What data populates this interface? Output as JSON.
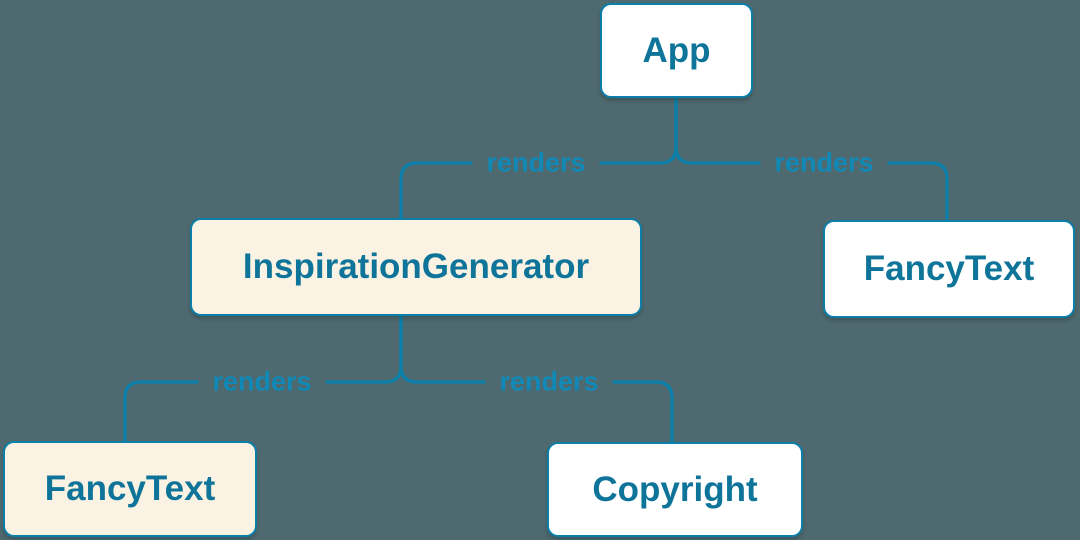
{
  "diagram": {
    "kind": "component-render-tree",
    "nodes": [
      {
        "id": "app",
        "label": "App",
        "variant": "white"
      },
      {
        "id": "inspiration-generator",
        "label": "InspirationGenerator",
        "variant": "cream"
      },
      {
        "id": "fancy-text-top",
        "label": "FancyText",
        "variant": "white"
      },
      {
        "id": "fancy-text-bottom",
        "label": "FancyText",
        "variant": "cream"
      },
      {
        "id": "copyright",
        "label": "Copyright",
        "variant": "white"
      }
    ],
    "edges": [
      {
        "from": "App",
        "to": "InspirationGenerator",
        "label": "renders"
      },
      {
        "from": "App",
        "to": "FancyText",
        "label": "renders"
      },
      {
        "from": "InspirationGenerator",
        "to": "FancyText",
        "label": "renders"
      },
      {
        "from": "InspirationGenerator",
        "to": "Copyright",
        "label": "renders"
      }
    ],
    "colors": {
      "background": "#4e696f",
      "line": "#0b7fa9",
      "box_border": "#0b7fa9",
      "box_text": "#0e7499",
      "label_text": "#1189b7",
      "cream": "#faf2e2",
      "white": "#ffffff"
    }
  }
}
